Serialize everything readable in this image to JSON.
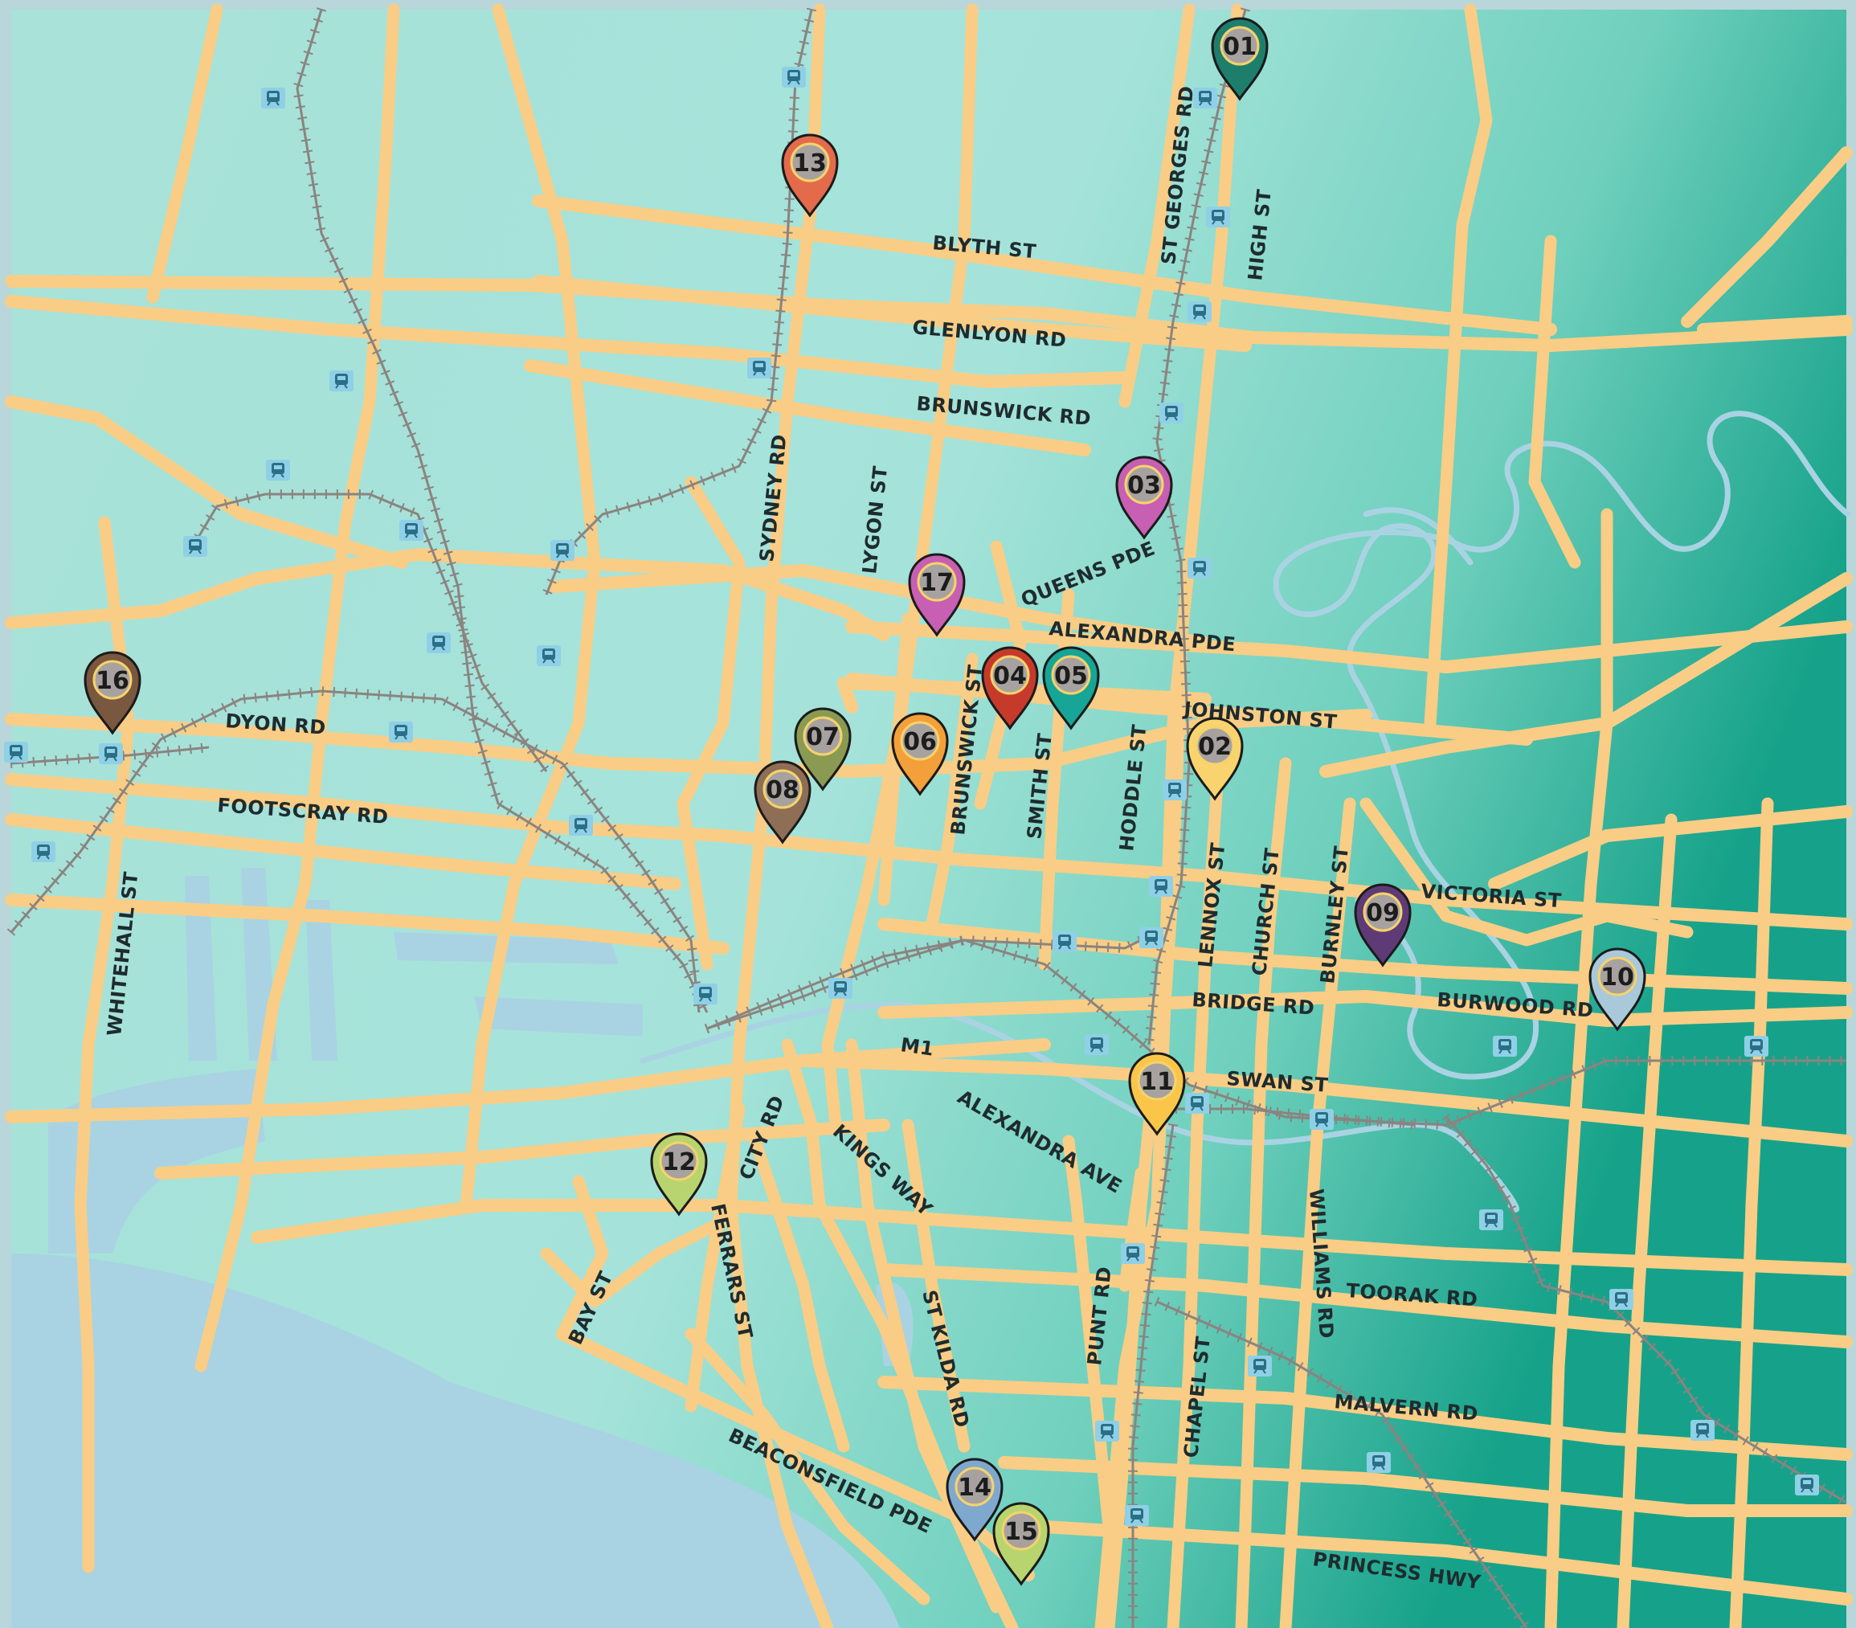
{
  "map": {
    "colors": {
      "frame": "#b9d6da",
      "land_light": "#a9e3da",
      "land_dark": "#1aa58c",
      "water": "#a9d3e3",
      "road": "#f9cd85",
      "rail": "#8a8480",
      "station_icon": "#8fd0e6"
    },
    "icons": {
      "station": "train-station-icon",
      "marker": "map-pin-icon"
    },
    "roads": [
      "BLYTH ST",
      "GLENLYON RD",
      "BRUNSWICK RD",
      "ST GEORGES RD",
      "HIGH ST",
      "SYDNEY RD",
      "LYGON ST",
      "QUEENS PDE",
      "ALEXANDRA PDE",
      "JOHNSTON ST",
      "BRUNSWICK ST",
      "SMITH ST",
      "HODDLE ST",
      "DYON RD",
      "FOOTSCRAY RD",
      "WHITEHALL ST",
      "LENNOX ST",
      "CHURCH ST",
      "BURNLEY ST",
      "VICTORIA ST",
      "BRIDGE RD",
      "BURWOOD RD",
      "SWAN ST",
      "M1",
      "ALEXANDRA AVE",
      "KINGS WAY",
      "CITY RD",
      "FERRARS ST",
      "BAY ST",
      "ST KILDA RD",
      "PUNT RD",
      "CHAPEL ST",
      "WILLIAMS RD",
      "TOORAK RD",
      "MALVERN RD",
      "BEACONSFIELD PDE",
      "PRINCESS HWY"
    ],
    "markers": [
      {
        "label": "01",
        "color": "#1e7e6c"
      },
      {
        "label": "02",
        "color": "#f9d46e"
      },
      {
        "label": "03",
        "color": "#c75fb3"
      },
      {
        "label": "04",
        "color": "#c63a2c"
      },
      {
        "label": "05",
        "color": "#16a596"
      },
      {
        "label": "06",
        "color": "#f3a03a"
      },
      {
        "label": "07",
        "color": "#8a9a52"
      },
      {
        "label": "08",
        "color": "#8e6e55"
      },
      {
        "label": "09",
        "color": "#5e3b76"
      },
      {
        "label": "10",
        "color": "#a9c8da"
      },
      {
        "label": "11",
        "color": "#f9c64a"
      },
      {
        "label": "12",
        "color": "#b8d46e"
      },
      {
        "label": "13",
        "color": "#e36b4c"
      },
      {
        "label": "14",
        "color": "#7fa8cf"
      },
      {
        "label": "15",
        "color": "#b8d46e"
      },
      {
        "label": "16",
        "color": "#7a573f"
      },
      {
        "label": "17",
        "color": "#c75fb3"
      }
    ]
  }
}
